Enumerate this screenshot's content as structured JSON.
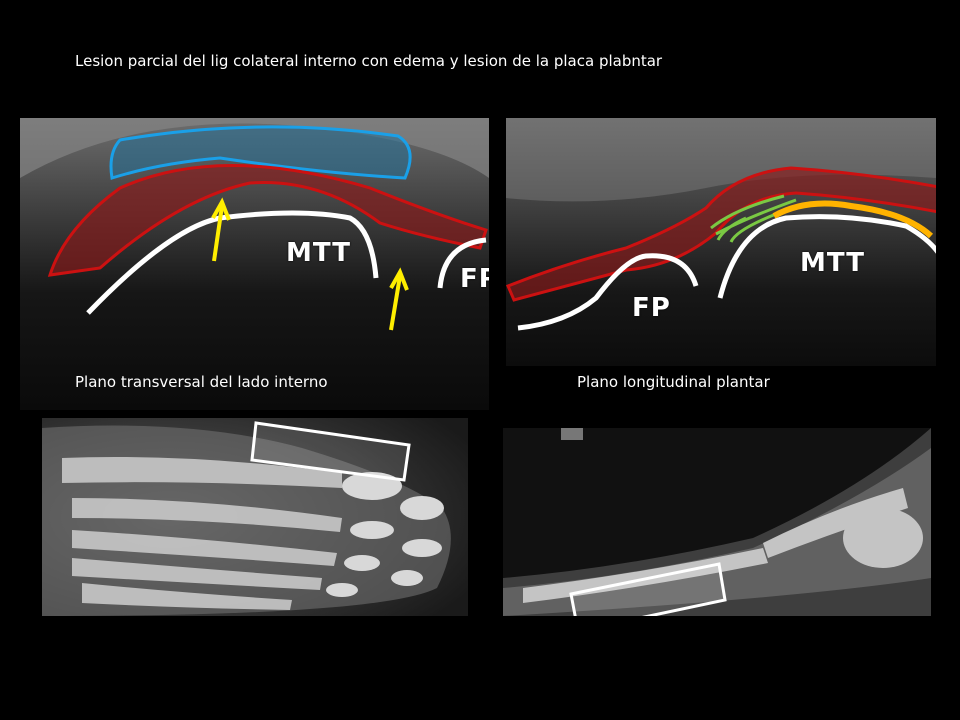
{
  "title": "Lesion parcial del lig colateral interno con edema y lesion de la placa plabntar",
  "captions": {
    "left": "Plano transversal del lado interno",
    "right": "Plano longitudinal plantar"
  },
  "ultrasound_left": {
    "labels": {
      "bone": "MTT",
      "tendon": "FP"
    }
  },
  "ultrasound_right": {
    "labels": {
      "bone": "MTT",
      "tendon": "FP"
    }
  },
  "colors": {
    "background": "#000000",
    "bone_outline": "#ffffff",
    "ligament_edema": "#cc1111",
    "ligament_fill": "#8b1a1a",
    "edema_outline": "#1aa0e8",
    "edema_fill": "#2a6f95",
    "arrow": "#ffee00",
    "plate_outline": "#ffb300",
    "plate_tear": "#7ac943",
    "box": "#ffffff"
  },
  "icons": {
    "arrow": "yellow-arrow-icon"
  }
}
